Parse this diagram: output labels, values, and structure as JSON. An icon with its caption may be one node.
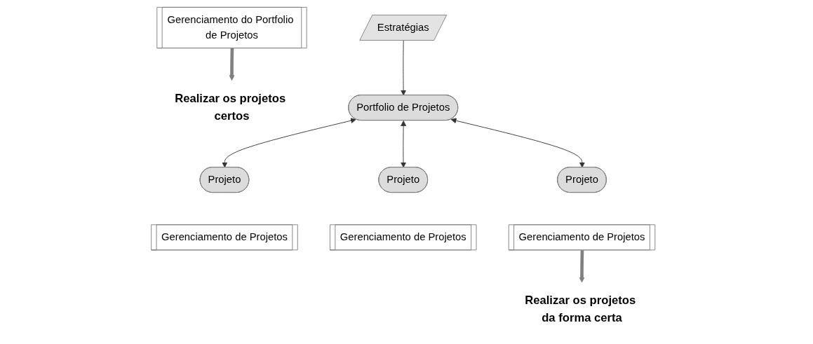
{
  "diagram": {
    "nodes": [
      {
        "text": [
          "Estratégias"
        ]
      },
      {
        "text": [
          "Gerenciamento do Portfolio de Projetos"
        ]
      },
      {
        "text": [
          "Realizar os projetos certos"
        ]
      },
      {
        "text": [
          "Portfolio de Projetos"
        ]
      },
      {
        "text": [
          "Projeto"
        ]
      },
      {
        "text": [
          "Projeto"
        ]
      },
      {
        "text": [
          "Projeto"
        ]
      },
      {
        "text": [
          "Gerenciamento de Projetos"
        ]
      },
      {
        "text": [
          "Gerenciamento de Projetos"
        ]
      },
      {
        "text": [
          "Gerenciamento de Projetos"
        ]
      },
      {
        "text": [
          "Realizar os projetos da forma certa"
        ]
      }
    ],
    "edges": [
      {
        "from": 0,
        "to": 3,
        "arrow": "to"
      },
      {
        "from": 1,
        "to": 2,
        "arrow": "to",
        "style": "thick",
        "color": "#808080"
      },
      {
        "from": 3,
        "to": 4,
        "arrow": "both"
      },
      {
        "from": 3,
        "to": 5,
        "arrow": "both"
      },
      {
        "from": 3,
        "to": 6,
        "arrow": "both"
      },
      {
        "from": 9,
        "to": 10,
        "arrow": "to",
        "style": "thick",
        "color": "#808080"
      }
    ]
  }
}
